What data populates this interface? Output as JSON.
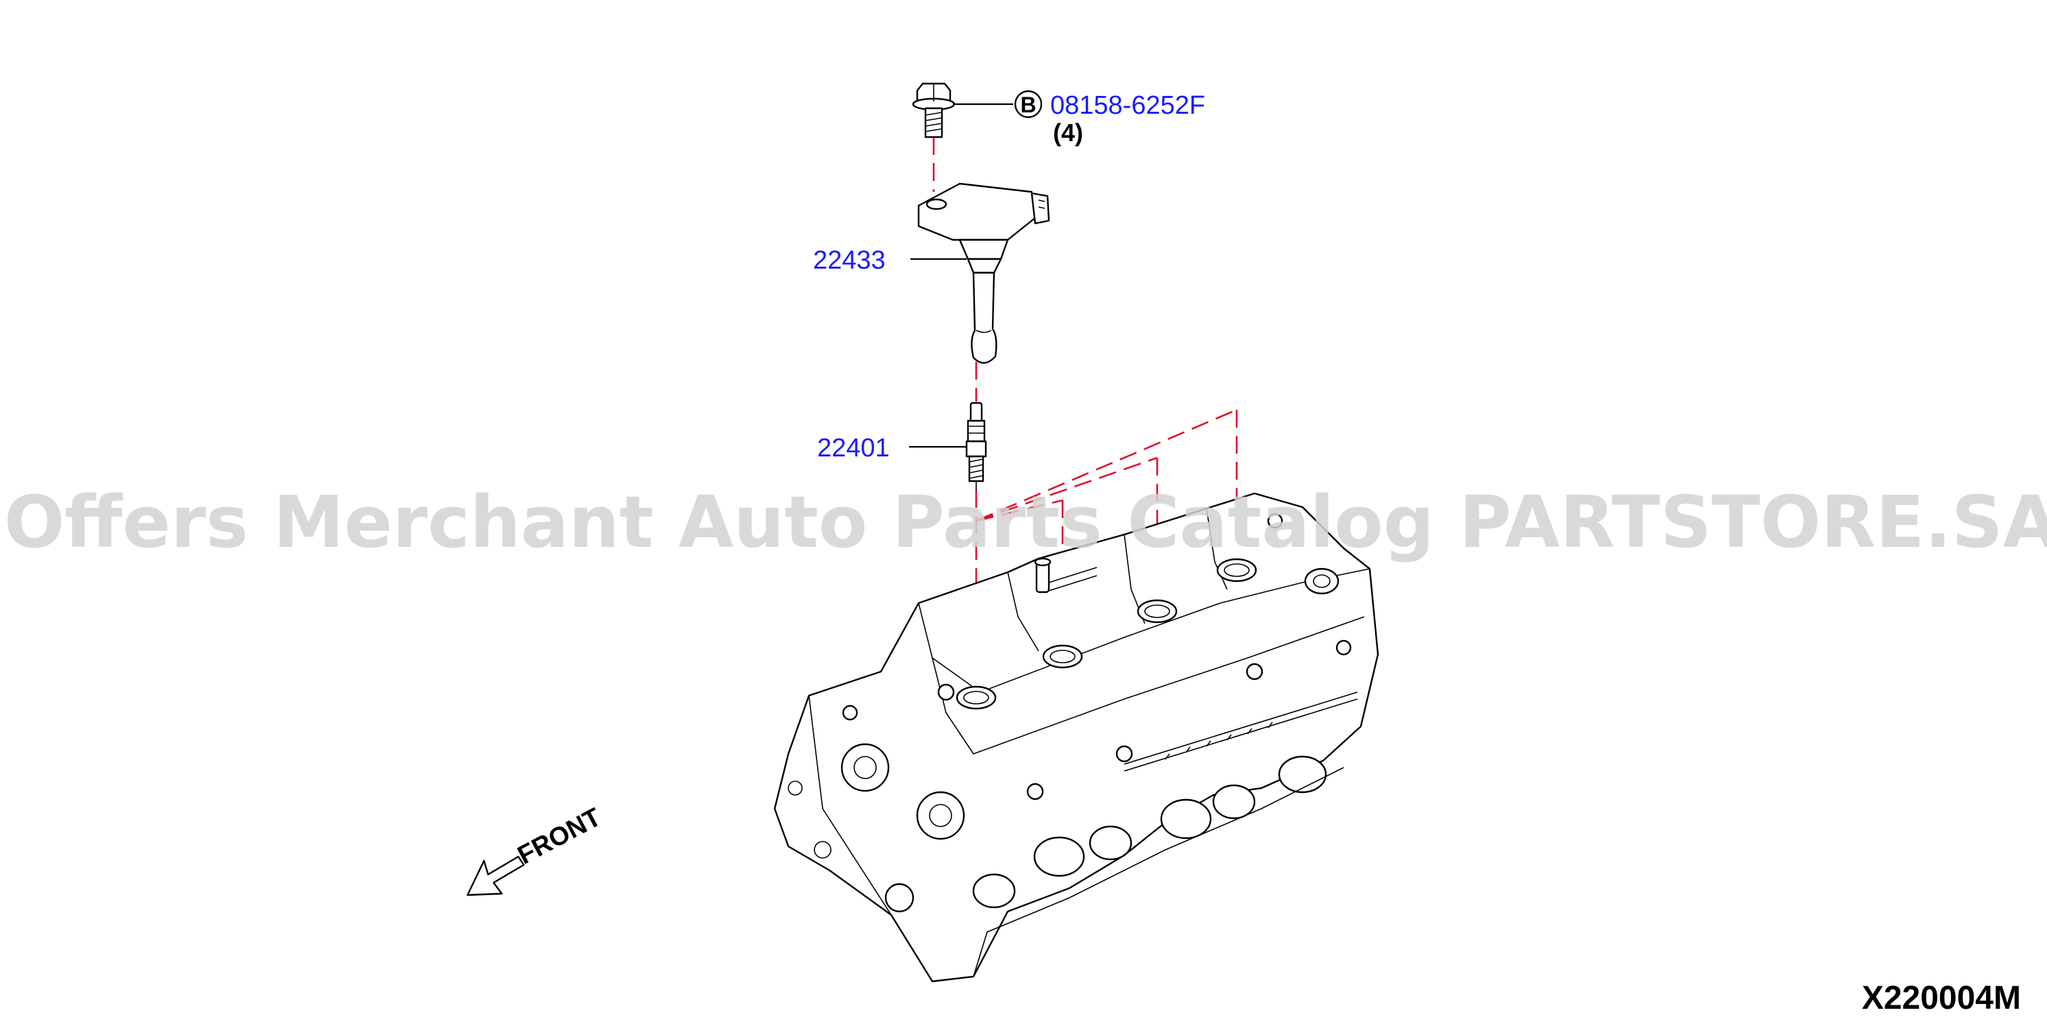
{
  "labels": {
    "bolt_symbol": "B",
    "bolt_part": "08158-6252F",
    "bolt_qty": "(4)",
    "coil_part": "22433",
    "plug_part": "22401",
    "front": "FRONT",
    "diagram_code": "X220004M"
  },
  "watermark": "Offers Merchant Auto Parts Catalog PARTSTORE.SA",
  "colors": {
    "part_number": "#1a1aff",
    "guide_line": "#e0102a",
    "watermark": "#d3d3d3",
    "line_art": "#000000"
  }
}
